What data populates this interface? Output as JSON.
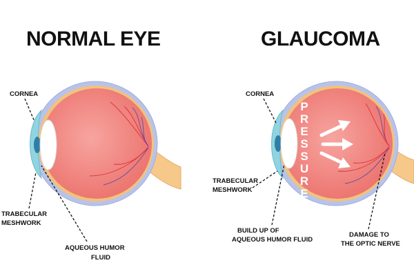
{
  "titles": {
    "normal": "NORMAL EYE",
    "glaucoma": "GLAUCOMA"
  },
  "normal_labels": {
    "cornea": "CORNEA",
    "trabecular_line1": "TRABECULAR",
    "trabecular_line2": "MESHWORK",
    "aqueous_line1": "AQUEOUS HUMOR",
    "aqueous_line2": "FLUID"
  },
  "glaucoma_labels": {
    "cornea": "CORNEA",
    "trabecular_line1": "TRABECULAR",
    "trabecular_line2": "MESHWORK",
    "buildup_line1": "BUILD UP OF",
    "buildup_line2": "AQUEOUS HUMOR FLUID",
    "damage_line1": "DAMAGE TO",
    "damage_line2": "THE OPTIC NERVE"
  },
  "pressure": {
    "letters": [
      "P",
      "R",
      "E",
      "S",
      "S",
      "U",
      "R",
      "E"
    ]
  },
  "colors": {
    "sclera_outer": "#b8c3ea",
    "eye_interior": "#f0857f",
    "optic_nerve": "#f6c98a",
    "cornea": "#8fd4e0",
    "iris": "#2e7fa6",
    "lens": "#ffffff",
    "arrow": "#ffffff"
  }
}
